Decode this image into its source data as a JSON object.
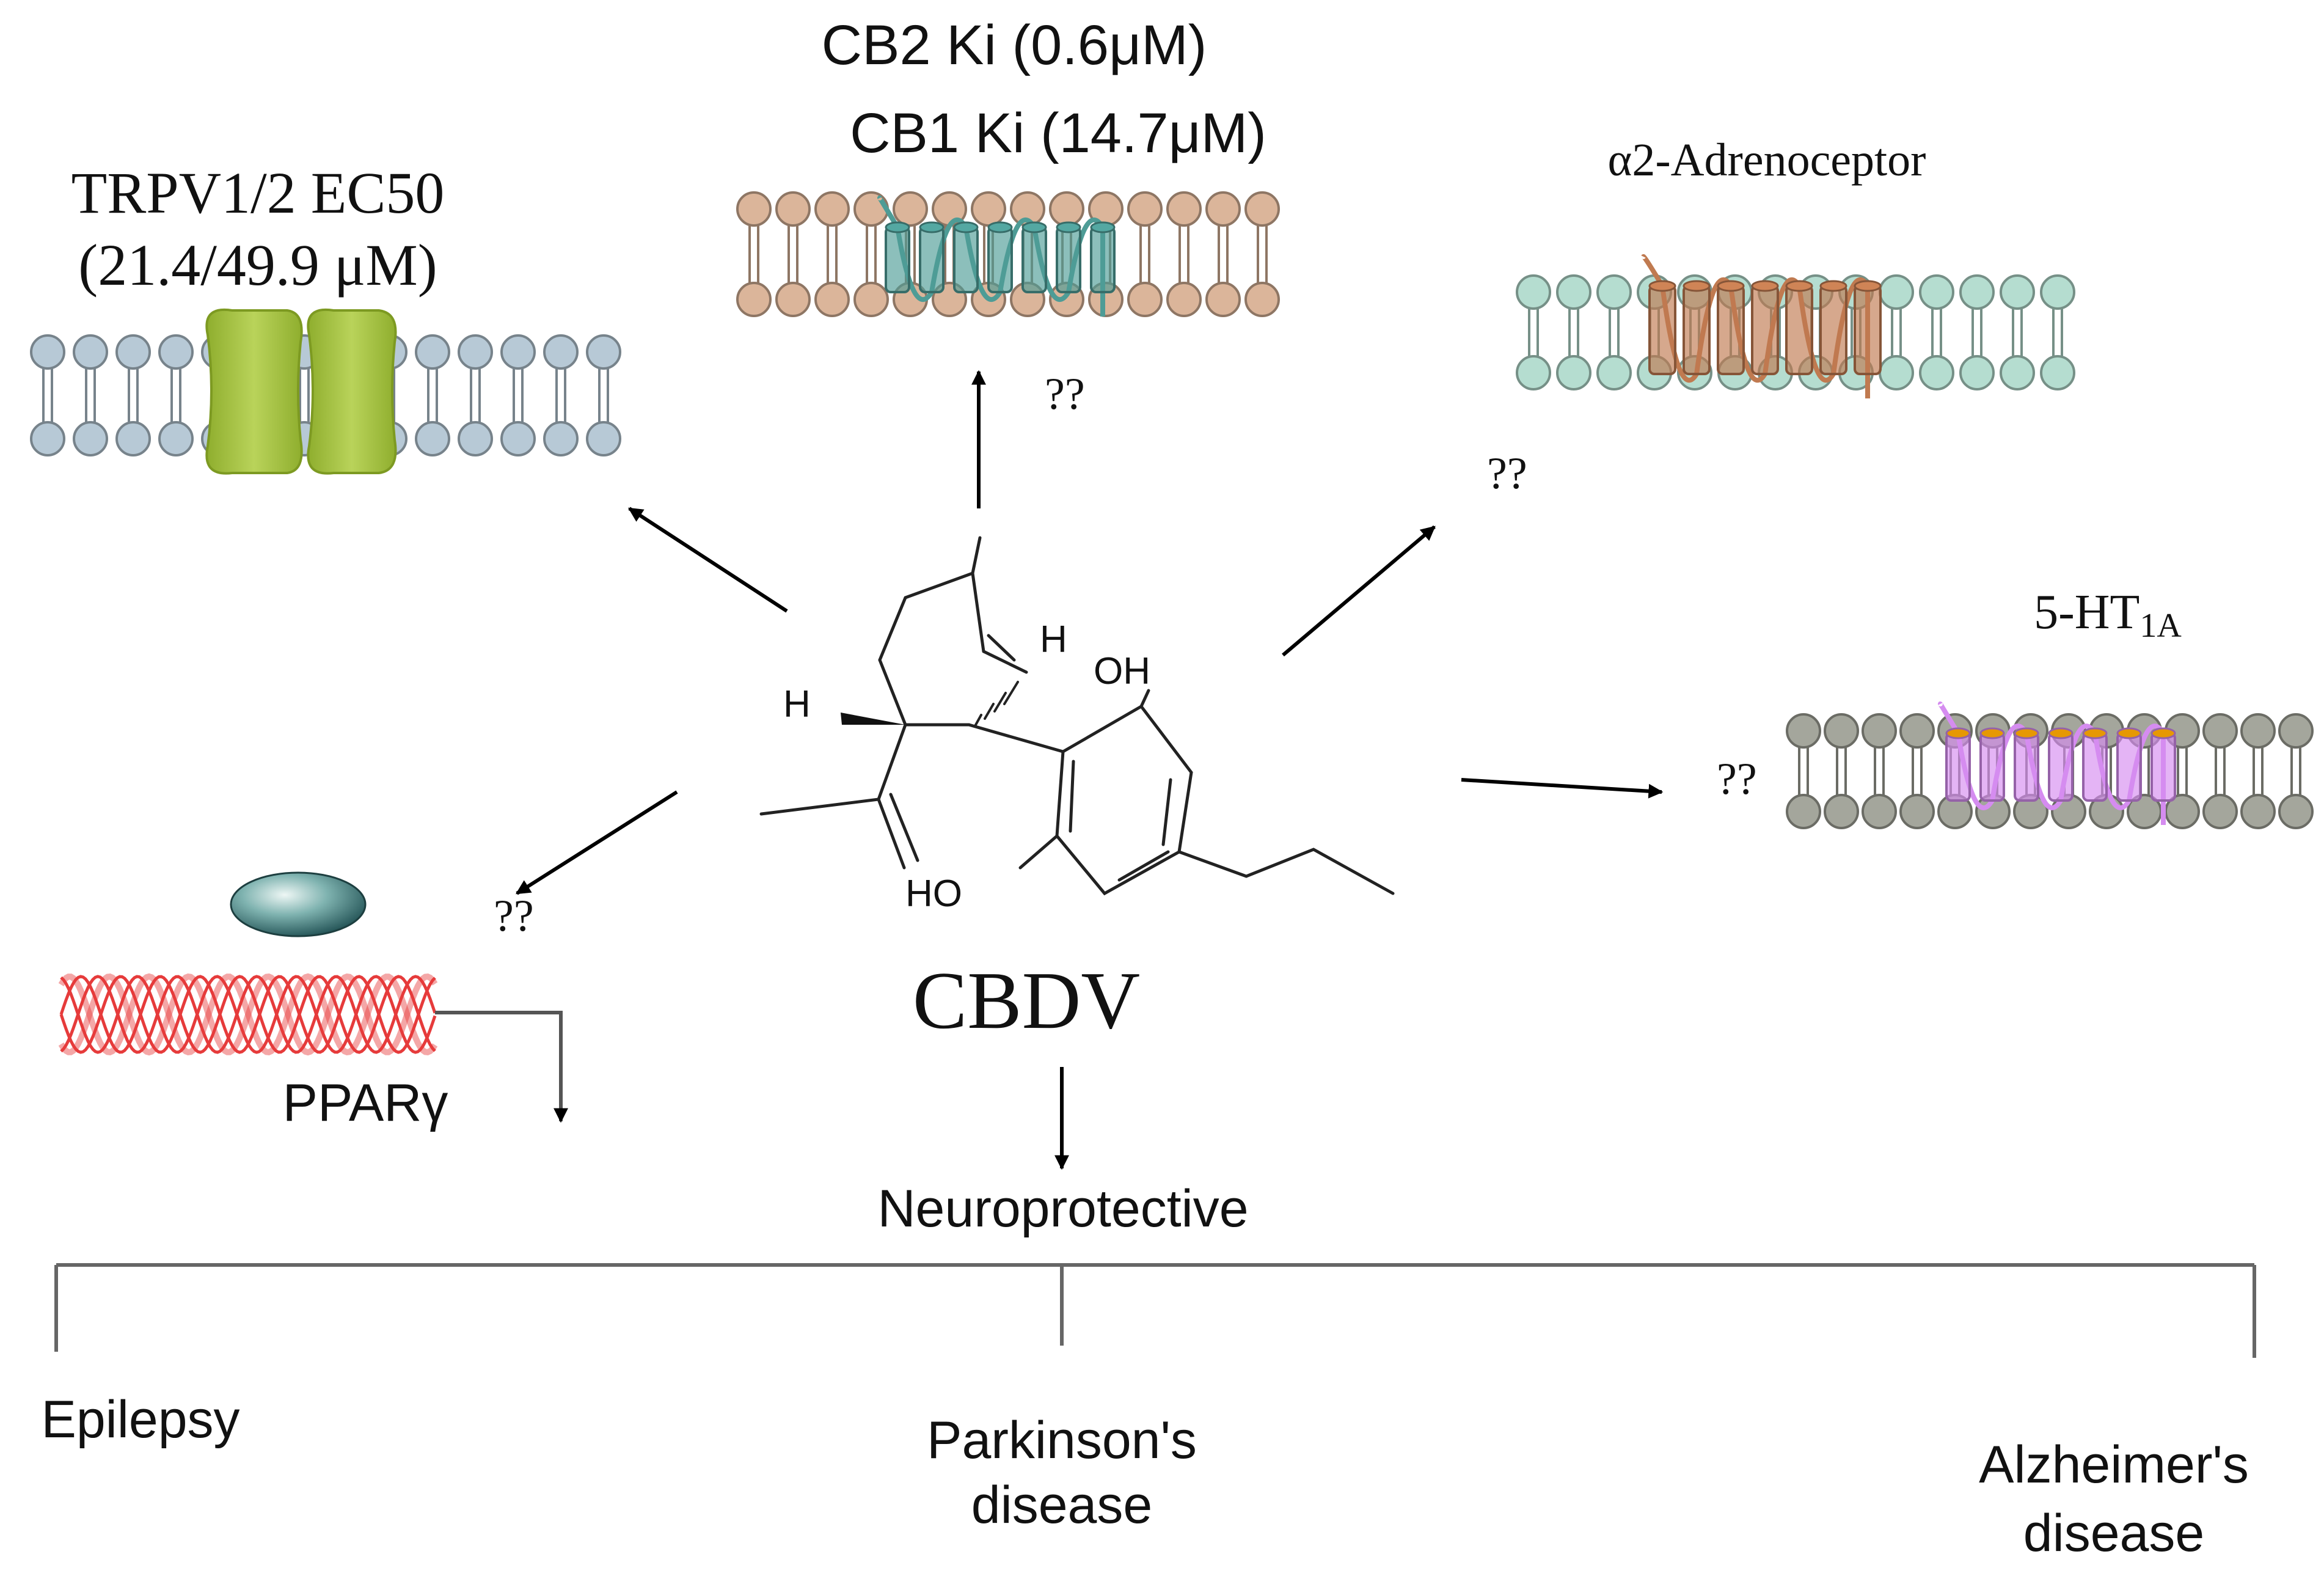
{
  "targets": {
    "trpv": {
      "line1": "TRPV1/2 EC50",
      "line2": "(21.4/49.9 μM)"
    },
    "cb": {
      "line1": "CB2 Ki (0.6μM)",
      "line2": "CB1 Ki (14.7μM)"
    },
    "alpha2": {
      "label": "α2-Adrenoceptor"
    },
    "ht1a": {
      "main": "5-HT",
      "sub": "1A"
    },
    "ppar": {
      "label": "PPARγ"
    }
  },
  "unknown_marks": {
    "cb": "??",
    "alpha2": "??",
    "ht1a": "??",
    "ppar": "??"
  },
  "compound": {
    "name": "CBDV",
    "atoms": {
      "oh_top": "OH",
      "oh_bottom": "HO",
      "h_right": "H",
      "h_left": "H"
    }
  },
  "outcome": {
    "label": "Neuroprotective"
  },
  "diseases": {
    "epilepsy": "Epilepsy",
    "parkinsons": {
      "line1": "Parkinson's",
      "line2": "disease"
    },
    "alzheimers": {
      "line1": "Alzheimer's",
      "line2": "disease"
    }
  },
  "colors": {
    "trpv_membrane": "#b7c9d6",
    "trpv_channel": "#a5c24a",
    "cb_membrane": "#dbb59a",
    "cb_receptor": "#4e9c96",
    "alpha2_membrane": "#b5ddd0",
    "alpha2_receptor": "#c07a50",
    "ht1a_membrane": "#a4a69c",
    "ht1a_receptor": "#d58cf0",
    "dna": "#e63b3b",
    "ppar_protein": "#3e7c7c"
  },
  "icons": [
    "membrane-icon",
    "ion-channel-icon",
    "gpcr-icon",
    "dna-helix-icon",
    "nuclear-receptor-icon",
    "arrow-icon",
    "molecule-icon"
  ]
}
